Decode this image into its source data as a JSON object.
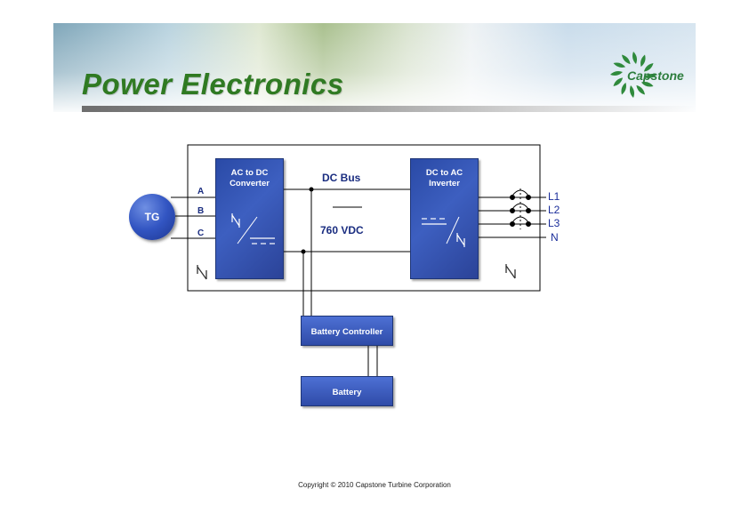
{
  "slide": {
    "title": "Power Electronics",
    "logo_text": "Capstone",
    "copyright": "Copyright © 2010 Capstone Turbine Corporation"
  },
  "diagram": {
    "generator": "TG",
    "phases": [
      "A",
      "B",
      "C"
    ],
    "converter_line1": "AC to DC",
    "converter_line2": "Converter",
    "dc_bus_label": "DC Bus",
    "dc_voltage": "760 VDC",
    "inverter_line1": "DC to AC",
    "inverter_line2": "Inverter",
    "outputs": [
      "L1",
      "L2",
      "L3",
      "N"
    ],
    "battery_controller": "Battery Controller",
    "battery": "Battery"
  },
  "colors": {
    "title": "#2f7a22",
    "block": "#3352b6",
    "line": "#000000",
    "output_text": "#1a2d9a"
  }
}
